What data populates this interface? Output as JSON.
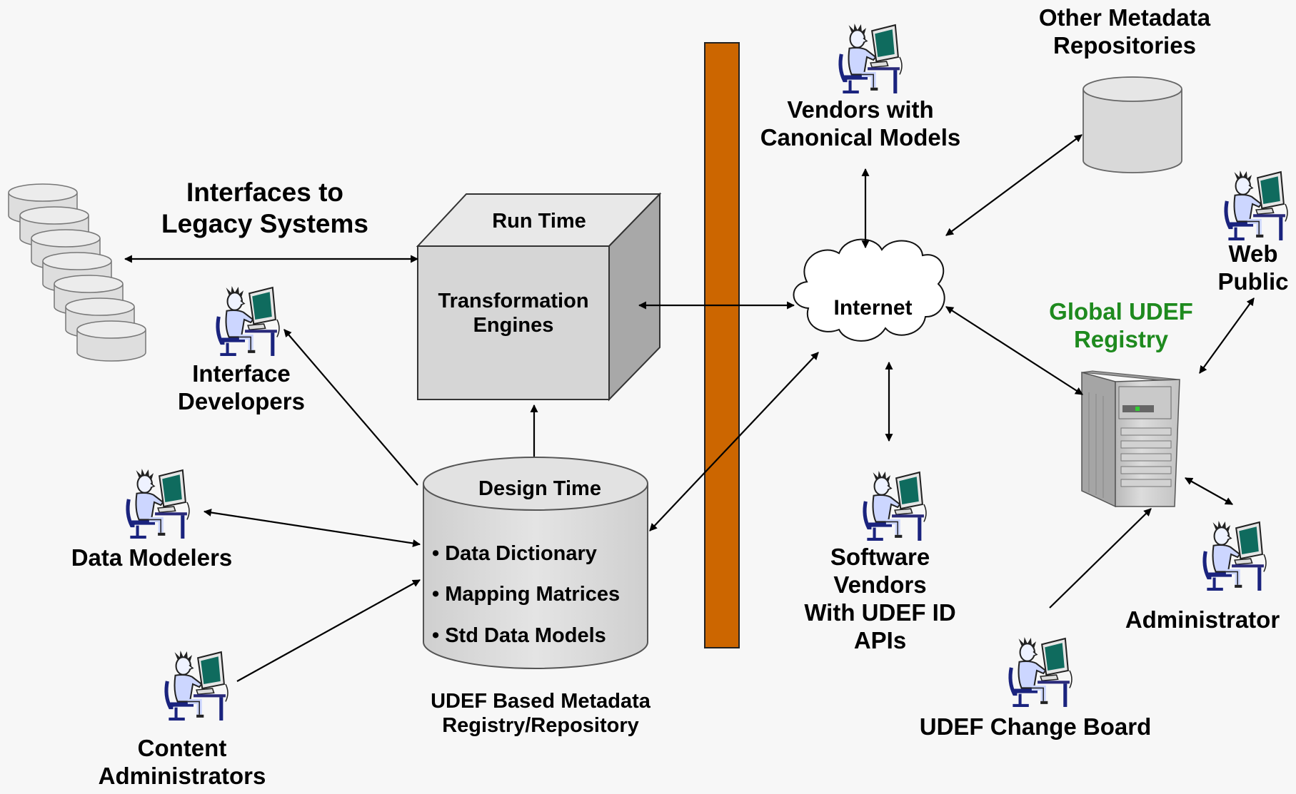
{
  "colors": {
    "firewall": "#cc6600",
    "registry_label": "#1e8a1e",
    "background": "#f7f7f7"
  },
  "icons": {
    "person": "person-at-computer-icon",
    "database": "database-cylinder-icon",
    "server": "server-tower-icon",
    "cloud": "cloud-icon"
  },
  "legacy": {
    "title_line1": "Interfaces to",
    "title_line2": "Legacy Systems"
  },
  "runtime_cube": {
    "label": "Run Time",
    "line1": "Transformation",
    "line2": "Engines"
  },
  "designtime_db": {
    "label": "Design Time",
    "items": [
      "• Data Dictionary",
      "• Mapping Matrices",
      "• Std Data Models"
    ],
    "caption_line1": "UDEF Based Metadata",
    "caption_line2": "Registry/Repository"
  },
  "people": {
    "interface_developers": {
      "line1": "Interface",
      "line2": "Developers"
    },
    "data_modelers": {
      "line1": "Data Modelers"
    },
    "content_admins": {
      "line1": "Content",
      "line2": "Administrators"
    },
    "vendors_canonical": {
      "line1": "Vendors with",
      "line2": "Canonical Models"
    },
    "software_vendors": {
      "line1": "Software",
      "line2": "Vendors",
      "line3": "With UDEF ID",
      "line4": "APIs"
    },
    "web_public": {
      "line1": "Web",
      "line2": "Public"
    },
    "administrator": {
      "line1": "Administrator"
    },
    "change_board": {
      "line1": "UDEF Change Board"
    }
  },
  "internet": {
    "label": "Internet"
  },
  "other_repos": {
    "line1": "Other Metadata",
    "line2": "Repositories"
  },
  "global_registry": {
    "line1": "Global UDEF",
    "line2": "Registry"
  }
}
